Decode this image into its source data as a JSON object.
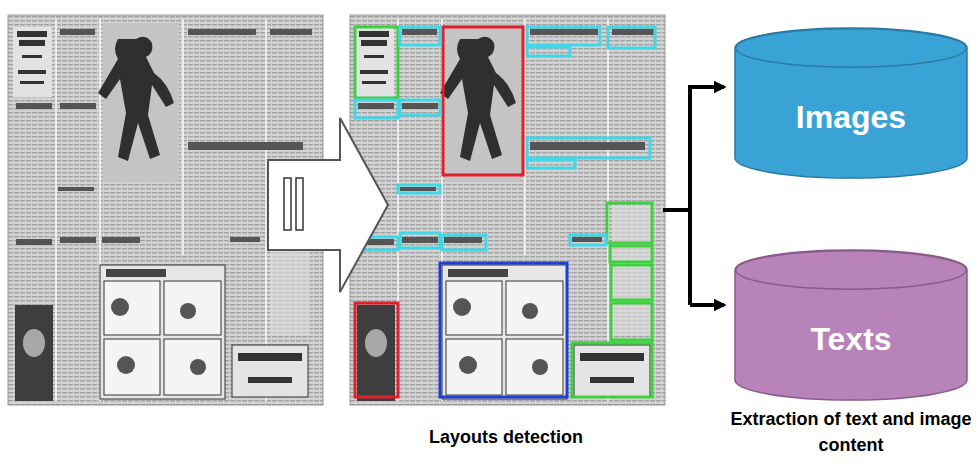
{
  "diagram": {
    "nodes": [
      {
        "text": [
          "Images"
        ]
      },
      {
        "text": [
          "Texts"
        ]
      }
    ],
    "labels": [
      "Layouts detection",
      "Extraction of text and image content"
    ]
  }
}
